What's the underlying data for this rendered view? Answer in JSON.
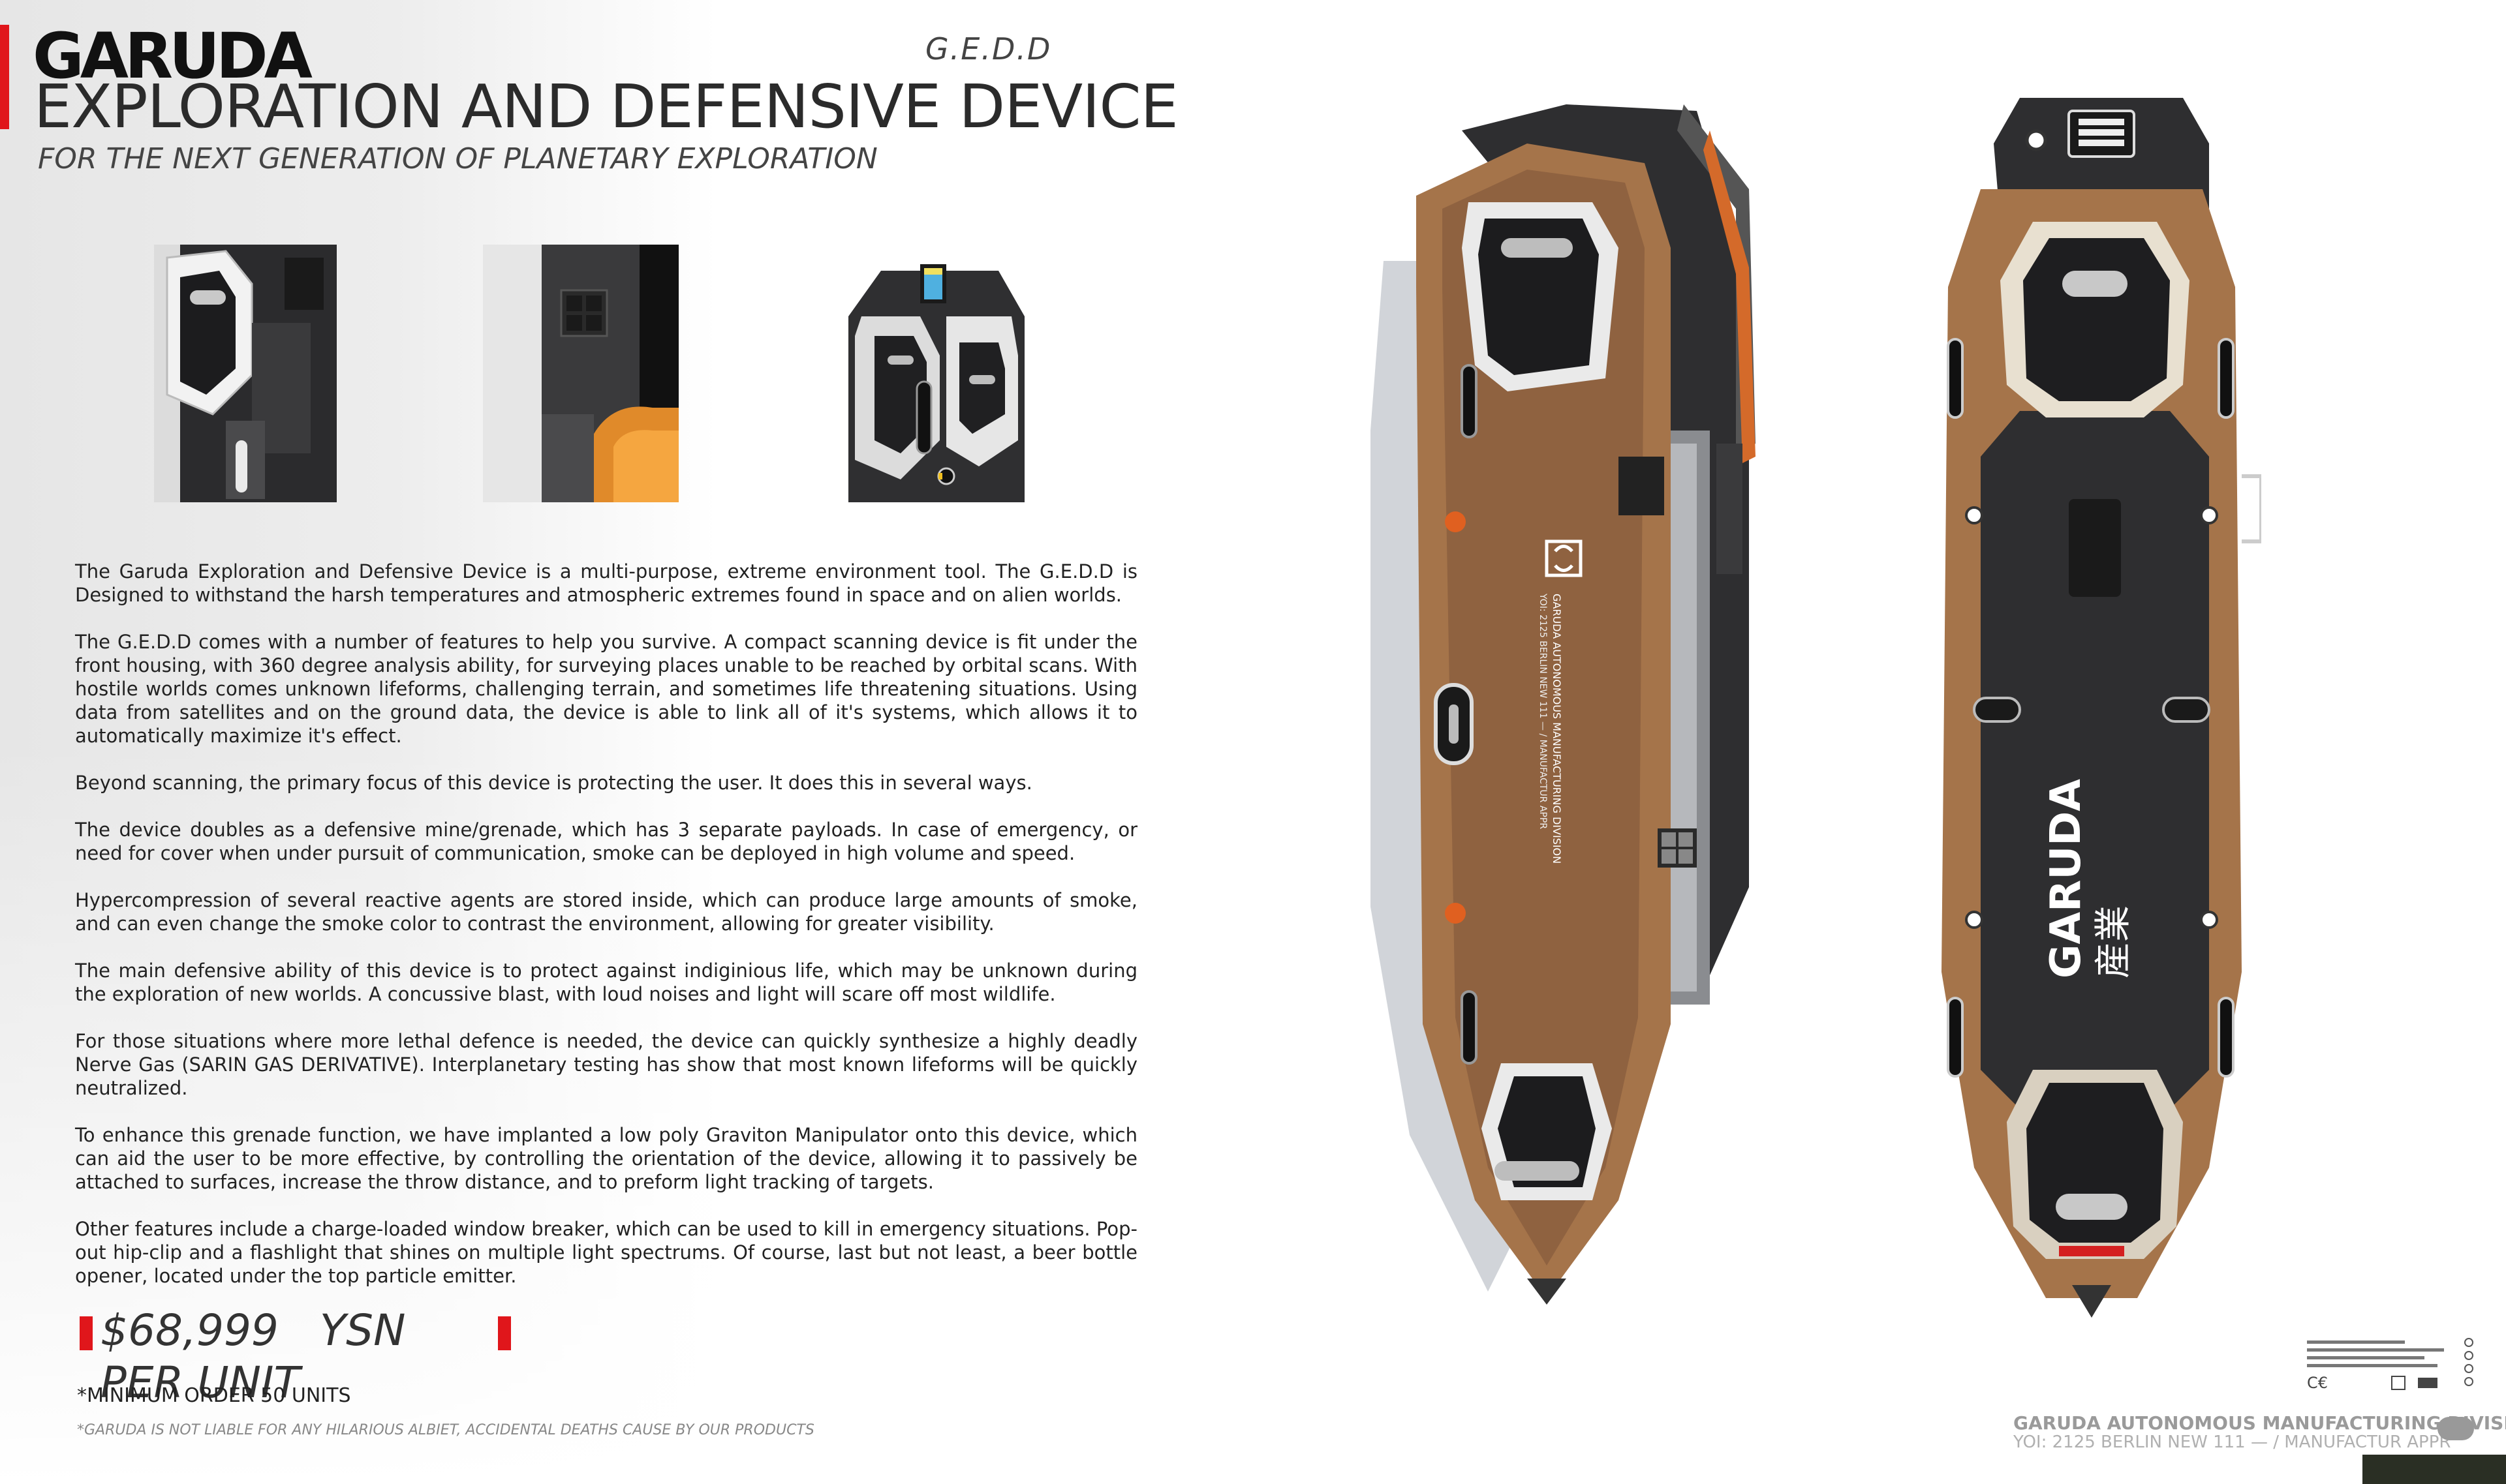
{
  "brand": "GARUDA",
  "code": "G.E.D.D",
  "title": "EXPLORATION AND DEFENSIVE DEVICE",
  "subtitle": "FOR THE NEXT GENERATION OF PLANETARY EXPLORATION",
  "paragraphs": [
    "The Garuda Exploration and Defensive Device is a multi-purpose, extreme environment tool. The G.E.D.D is Designed to withstand the harsh temperatures and atmospheric extremes found in space and on  alien worlds.",
    "The G.E.D.D comes with a number of features to help you survive. A compact scanning device is fit under the front housing, with 360 degree analysis ability, for surveying places unable to be reached by orbital scans. With hostile worlds comes unknown lifeforms, challenging terrain, and sometimes life threatening situations. Using data from satellites and on the ground data, the device is able to link all of it's systems, which allows it to automatically maximize it's effect.",
    "Beyond scanning, the primary focus of this device is protecting the user. It does this in several ways.",
    "The device doubles as a defensive mine/grenade, which has 3 separate payloads.  In case of emergency, or need for cover when under pursuit of communication, smoke can be deployed in high volume and speed.",
    "Hypercompression of several reactive agents are stored inside, which can produce large amounts of smoke, and can even change  the smoke color to contrast the environment, allowing for greater visibility.",
    "The main defensive ability of this device is to protect against indiginious life, which may be unknown during the exploration of new worlds. A concussive blast, with loud noises and light will scare off most wildlife.",
    "For those situations where more lethal defence is needed, the device can quickly synthesize a highly deadly Nerve Gas (SARIN GAS DERIVATIVE). Interplanetary testing has show that most known lifeforms will be quickly neutralized.",
    "To enhance this grenade function, we have implanted a low poly Graviton Manipulator onto this device, which can aid the user to be more effective, by  controlling the orientation of the device, allowing it to passively be attached to surfaces, increase the throw distance, and to preform light tracking of targets.",
    "Other features include a charge-loaded window breaker, which can be used to kill in emergency situations. Pop-out hip-clip and a flashlight that shines on multiple light spectrums. Of course, last but not least, a beer bottle opener, located under the top particle emitter."
  ],
  "price": "$68,999   YSN    PER UNIT",
  "min_order": "*MINIMUM ORDER 50 UNITS",
  "disclaimer": "*GARUDA IS NOT LIABLE FOR ANY HILARIOUS ALBIET, ACCIDENTAL DEATHS CAUSE BY OUR PRODUCTS",
  "footer": {
    "division": "GARUDA AUTONOMOUS MANUFACTURING DIVISION",
    "address": "YOI: 2125 BERLIN NEW 111 — / MANUFACTUR APPR"
  },
  "device_print": {
    "front_logo": "GARUDA",
    "front_logo_jp": "産業",
    "side_line1": "GARUDA AUTONOMOUS MANUFACTURING DIVISION",
    "side_line2": "YOI: 2125 BERLIN NEW 111 — / MANUFACTUR APPR"
  },
  "colors": {
    "accent_red": "#e0161b",
    "body_copper": "#a5744a",
    "dark_panel": "#2e2e30"
  }
}
